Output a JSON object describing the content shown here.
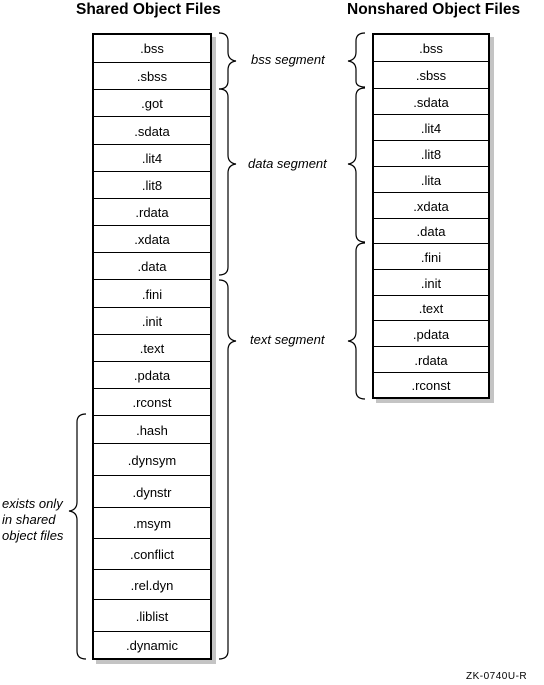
{
  "titles": {
    "shared": "Shared Object Files",
    "nonshared": "Nonshared Object Files"
  },
  "shared_sections": [
    ".bss",
    ".sbss",
    ".got",
    ".sdata",
    ".lit4",
    ".lit8",
    ".rdata",
    ".xdata",
    ".data",
    ".fini",
    ".init",
    ".text",
    ".pdata",
    ".rconst",
    ".hash",
    ".dynsym",
    ".dynstr",
    ".msym",
    ".conflict",
    ".rel.dyn",
    ".liblist",
    ".dynamic"
  ],
  "nonshared_sections": [
    ".bss",
    ".sbss",
    ".sdata",
    ".lit4",
    ".lit8",
    ".lita",
    ".xdata",
    ".data",
    ".fini",
    ".init",
    ".text",
    ".pdata",
    ".rdata",
    ".rconst"
  ],
  "segments": {
    "bss": "bss segment",
    "data": "data segment",
    "text": "text segment"
  },
  "note": "exists only\nin shared\nobject files",
  "figure_code": "ZK-0740U-R"
}
